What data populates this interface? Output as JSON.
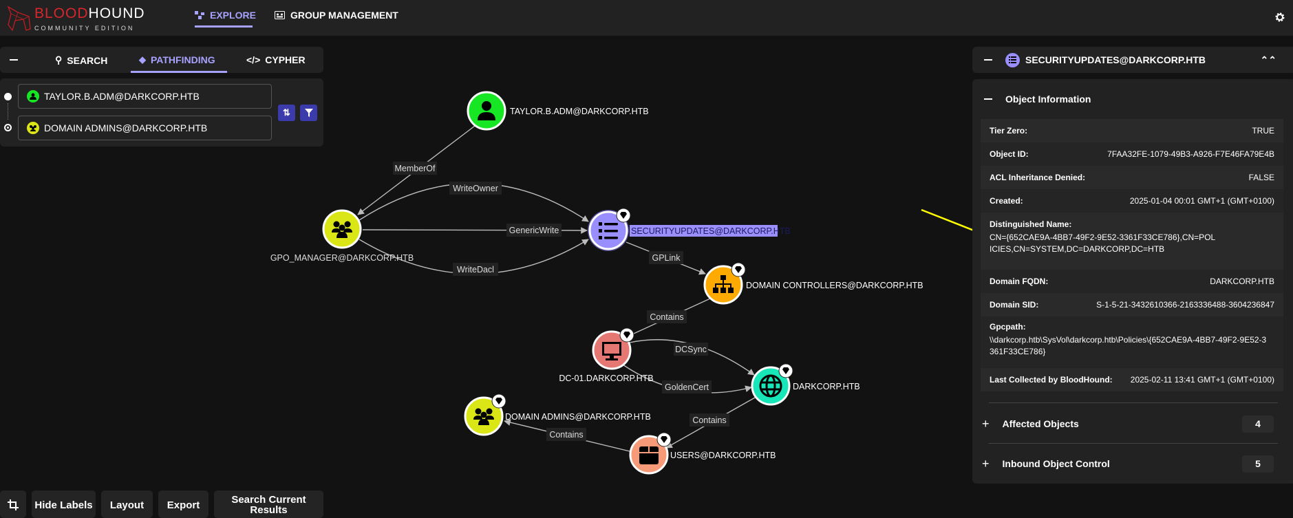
{
  "header": {
    "logo_word_red": "BLOOD",
    "logo_word_white": "HOUND",
    "logo_subtitle": "COMMUNITY EDITION",
    "nav": [
      {
        "label": "EXPLORE",
        "active": true
      },
      {
        "label": "GROUP MANAGEMENT",
        "active": false
      }
    ],
    "settings_icon": "gear-icon"
  },
  "search_panel": {
    "tabs": [
      {
        "label": "SEARCH"
      },
      {
        "label": "PATHFINDING",
        "active": true
      },
      {
        "label": "CYPHER"
      }
    ],
    "source": "TAYLOR.B.ADM@DARKCORP.HTB",
    "destination": "DOMAIN ADMINS@DARKCORP.HTB"
  },
  "toolbar": {
    "hide_labels": "Hide Labels",
    "layout": "Layout",
    "export": "Export",
    "search_results": "Search Current Results"
  },
  "graph": {
    "nodes": [
      {
        "label": "TAYLOR.B.ADM@DARKCORP.HTB",
        "type": "User",
        "color": "#17e625"
      },
      {
        "label": "GPO_MANAGER@DARKCORP.HTB",
        "type": "Group",
        "color": "#dbe617"
      },
      {
        "label": "SECURITYUPDATES@DARKCORP.HTB",
        "type": "GPO",
        "color": "#998efd",
        "selected": true,
        "tier_zero": true
      },
      {
        "label": "DOMAIN CONTROLLERS@DARKCORP.HTB",
        "type": "OU",
        "color": "#ffaa00",
        "tier_zero": true
      },
      {
        "label": "DC-01.DARKCORP.HTB",
        "type": "Computer",
        "color": "#e67873",
        "tier_zero": true
      },
      {
        "label": "DARKCORP.HTB",
        "type": "Domain",
        "color": "#17e6b9",
        "tier_zero": true
      },
      {
        "label": "DOMAIN ADMINS@DARKCORP.HTB",
        "type": "Group",
        "color": "#dbe617",
        "tier_zero": true
      },
      {
        "label": "USERS@DARKCORP.HTB",
        "type": "Container",
        "color": "#f79a78",
        "tier_zero": true
      }
    ],
    "edges": [
      {
        "label": "MemberOf"
      },
      {
        "label": "WriteOwner"
      },
      {
        "label": "GenericWrite"
      },
      {
        "label": "WriteDacl"
      },
      {
        "label": "GPLink"
      },
      {
        "label": "Contains"
      },
      {
        "label": "DCSync"
      },
      {
        "label": "GoldenCert"
      },
      {
        "label": "Contains"
      },
      {
        "label": "Contains"
      }
    ]
  },
  "entity_panel": {
    "title": "SECURITYUPDATES@DARKCORP.HTB",
    "section": "Object Information",
    "props": [
      {
        "k": "Tier Zero:",
        "v": "TRUE"
      },
      {
        "k": "Object ID:",
        "v": "7FAA32FE-1079-49B3-A926-F7E46FA79E4B"
      },
      {
        "k": "ACL Inheritance Denied:",
        "v": "FALSE"
      },
      {
        "k": "Created:",
        "v": "2025-01-04 00:01 GMT+1 (GMT+0100)"
      },
      {
        "k": "Distinguished Name:",
        "v": "CN={652CAE9A-4BB7-49F2-9E52-3361F33CE786},CN=POLICIES,CN=SYSTEM,DC=DARKCORP,DC=HTB"
      },
      {
        "k": "Domain FQDN:",
        "v": "DARKCORP.HTB"
      },
      {
        "k": "Domain SID:",
        "v": "S-1-5-21-3432610366-2163336488-3604236847"
      },
      {
        "k": "Gpcpath:",
        "v": "\\\\darkcorp.htb\\SysVol\\darkcorp.htb\\Policies\\{652CAE9A-4BB7-49F2-9E52-3361F33CE786}"
      },
      {
        "k": "Last Collected by BloodHound:",
        "v": "2025-02-11 13:41 GMT+1 (GMT+0100)"
      }
    ],
    "affected_objects": {
      "label": "Affected Objects",
      "count": "4"
    },
    "inbound_control": {
      "label": "Inbound Object Control",
      "count": "5"
    }
  },
  "colors": {
    "accent": "#a8a2ff",
    "button": "#3b3bab",
    "annotation_arrow": "#ffff00"
  }
}
